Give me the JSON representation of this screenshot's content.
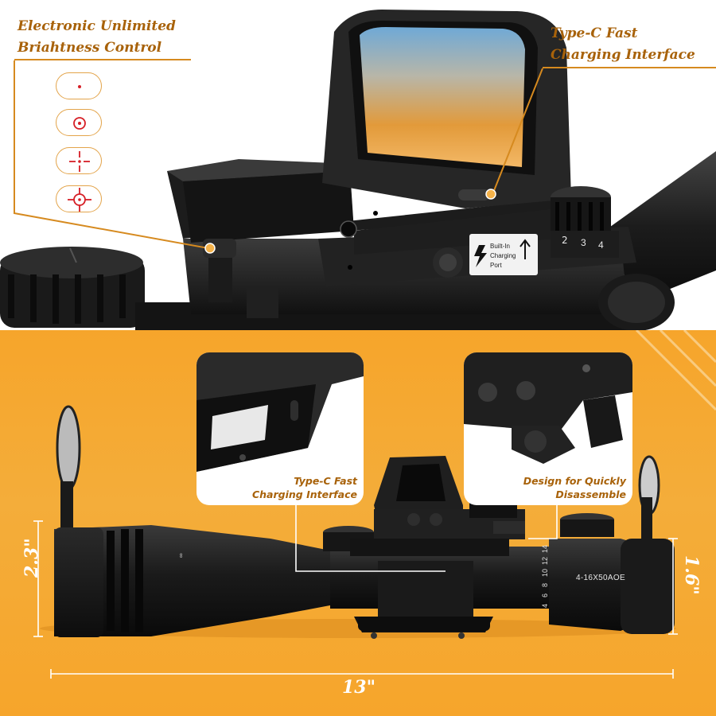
{
  "top_panel": {
    "callout_left": {
      "line1": "Electronic Unlimited",
      "line2": "Briahtness Control"
    },
    "callout_right": {
      "line1": "Type-C Fast",
      "line2": "Charging Interface"
    },
    "reticles": [
      "dot",
      "circle-dot",
      "crosshair",
      "circle-crosshair"
    ],
    "port_sticker": {
      "line1": "Built-In",
      "line2": "Charging",
      "line3": "Port"
    },
    "turret_numbers": [
      "2",
      "3",
      "4"
    ]
  },
  "bottom_panel": {
    "inset_left_label": {
      "line1": "Type-C Fast",
      "line2": "Charging Interface"
    },
    "inset_right_label": {
      "line1": "Design for Quickly",
      "line2": "Disassemble"
    },
    "dimensions": {
      "height_left": "2.3\"",
      "height_right": "1.6\"",
      "length": "13\""
    },
    "scope_model": "4-16X50AOE",
    "zoom_marks": [
      "4",
      "6",
      "8",
      "10",
      "12",
      "14"
    ]
  },
  "colors": {
    "accent": "#a8620a",
    "line": "#d68a1f",
    "background_orange": "#f6a52b",
    "reticle_red": "#d61f26"
  }
}
